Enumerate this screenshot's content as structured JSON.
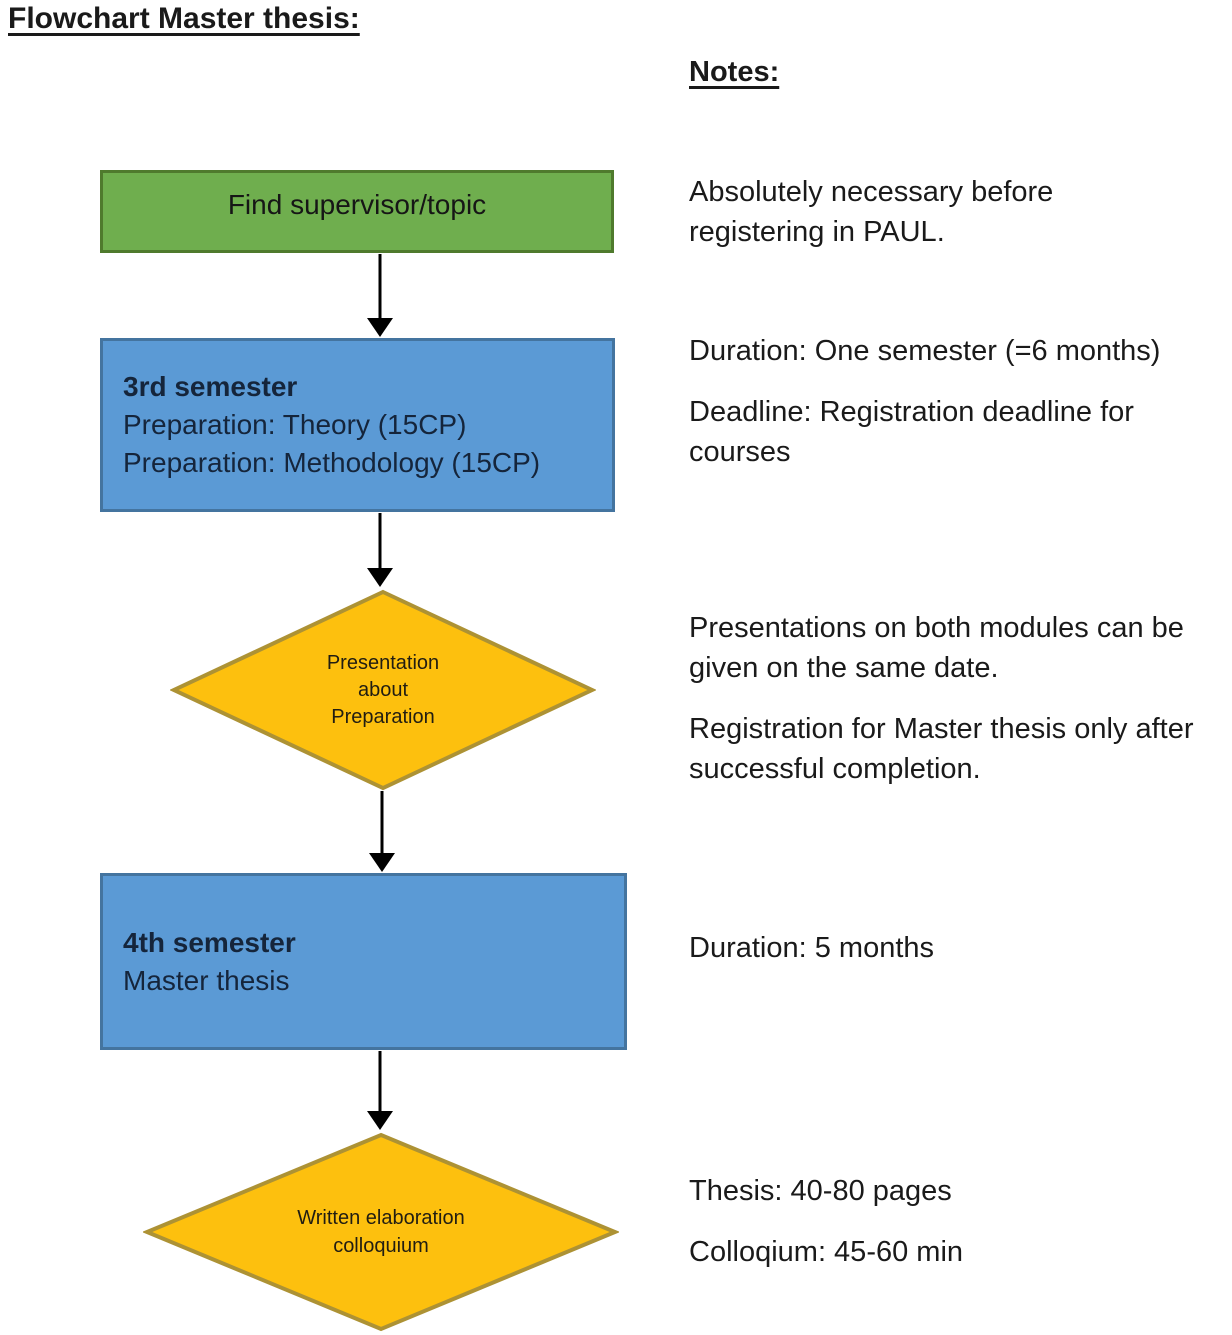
{
  "title": "Flowchart Master thesis:",
  "notes": {
    "heading": "Notes:",
    "items": [
      {
        "paragraphs": [
          "Absolutely necessary before\nregistering in PAUL."
        ]
      },
      {
        "paragraphs": [
          "Duration: One semester (=6 months)",
          "Deadline: Registration deadline for\ncourses"
        ]
      },
      {
        "paragraphs": [
          "Presentations on both modules can be\ngiven on the same date.",
          "Registration for Master thesis only after\nsuccessful completion."
        ]
      },
      {
        "paragraphs": [
          "Duration: 5 months"
        ]
      },
      {
        "paragraphs": [
          "Thesis: 40-80 pages",
          "Colloqium: 45-60 min"
        ]
      }
    ]
  },
  "flow": {
    "start": {
      "label": "Find supervisor/topic"
    },
    "semester3": {
      "heading": "3rd semester",
      "line1": "Preparation: Theory (15CP)",
      "line2": "Preparation: Methodology (15CP)"
    },
    "decision1": {
      "line1": "Presentation",
      "line2": "about",
      "line3": "Preparation"
    },
    "semester4": {
      "heading": "4th semester",
      "line1": "Master thesis"
    },
    "decision2": {
      "line1": "Written elaboration",
      "line2": "colloquium"
    }
  },
  "colors": {
    "page_bg": "#ffffff",
    "text": "#1a1a1a",
    "green_fill": "#6fae4e",
    "green_border": "#4f7a2d",
    "blue_fill": "#5b9ad5",
    "blue_border": "#44749f",
    "gold_fill": "#fdc00e",
    "gold_border": "#ad9234",
    "arrow": "#000000"
  }
}
